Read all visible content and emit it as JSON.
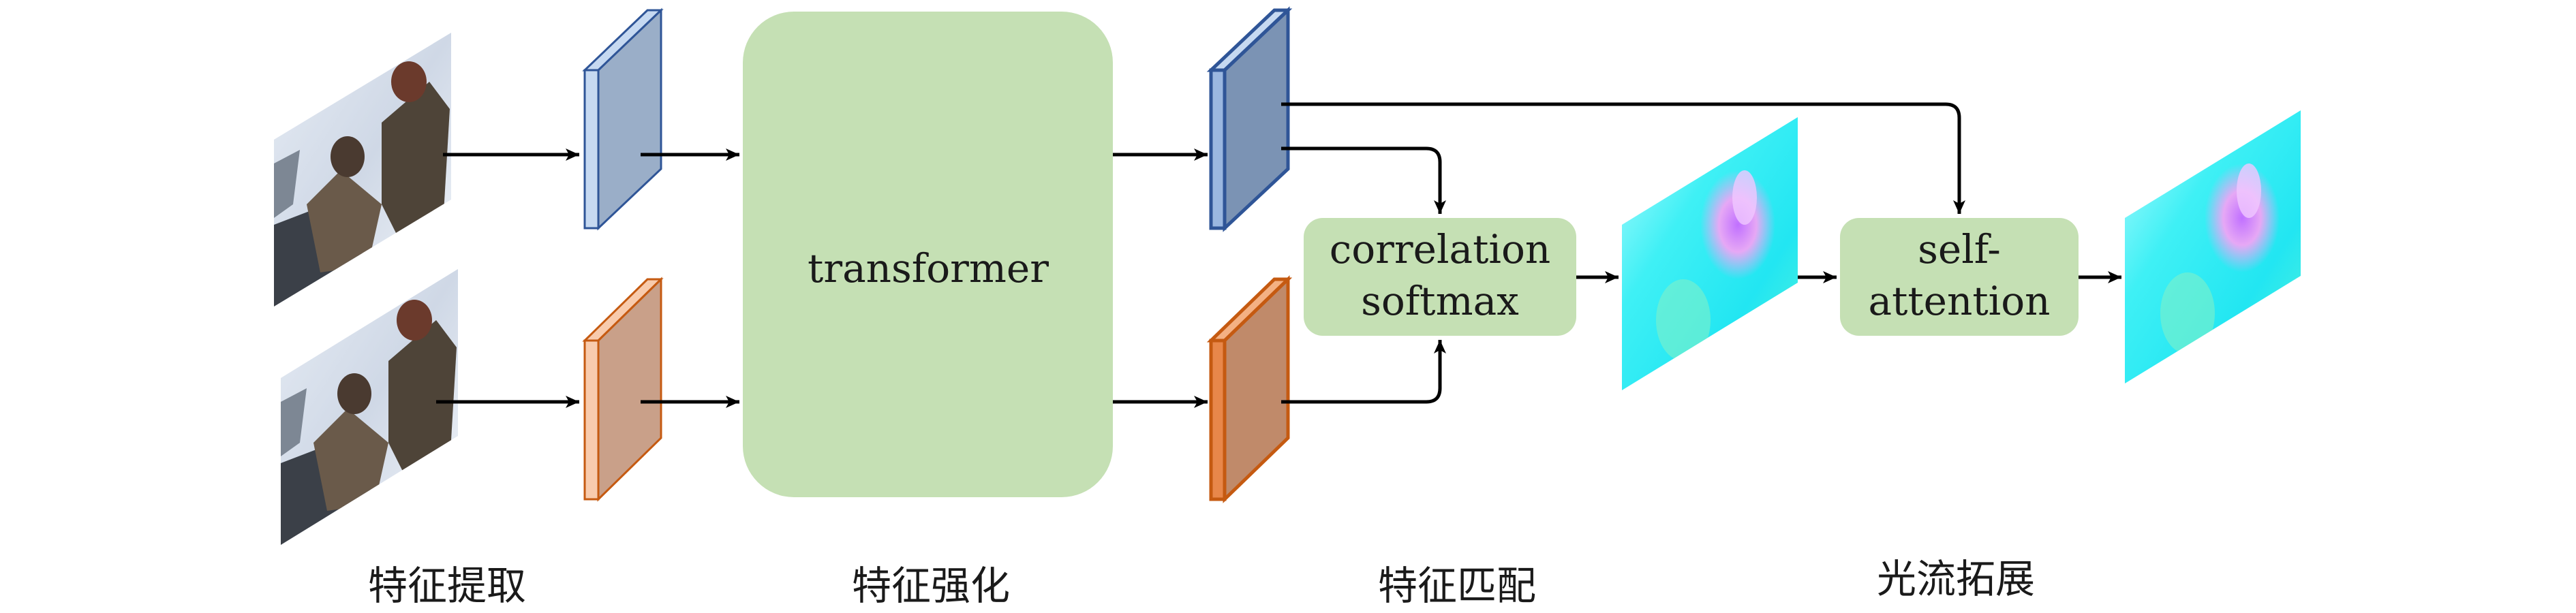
{
  "blocks": {
    "transformer": "transformer",
    "correlation_line1": "correlation",
    "correlation_line2": "softmax",
    "self_attention_line1": "self-",
    "self_attention_line2": "attention"
  },
  "stages": {
    "feature_extraction": "特征提取",
    "feature_enhancement": "特征强化",
    "feature_matching": "特征匹配",
    "flow_propagation": "光流拓展"
  },
  "colors": {
    "block_green": "#c5e0b4",
    "feature_blue_front": "#9aaec8",
    "feature_blue_side": "#c6d9f1",
    "feature_blue_edge": "#2f5597",
    "feature_orange_front": "#c9a089",
    "feature_orange_side": "#f8cbad",
    "feature_orange_edge": "#c55a11",
    "flow_cyan": "#3ff0f5",
    "flow_magenta": "#d890f0",
    "arrow": "#000000"
  }
}
